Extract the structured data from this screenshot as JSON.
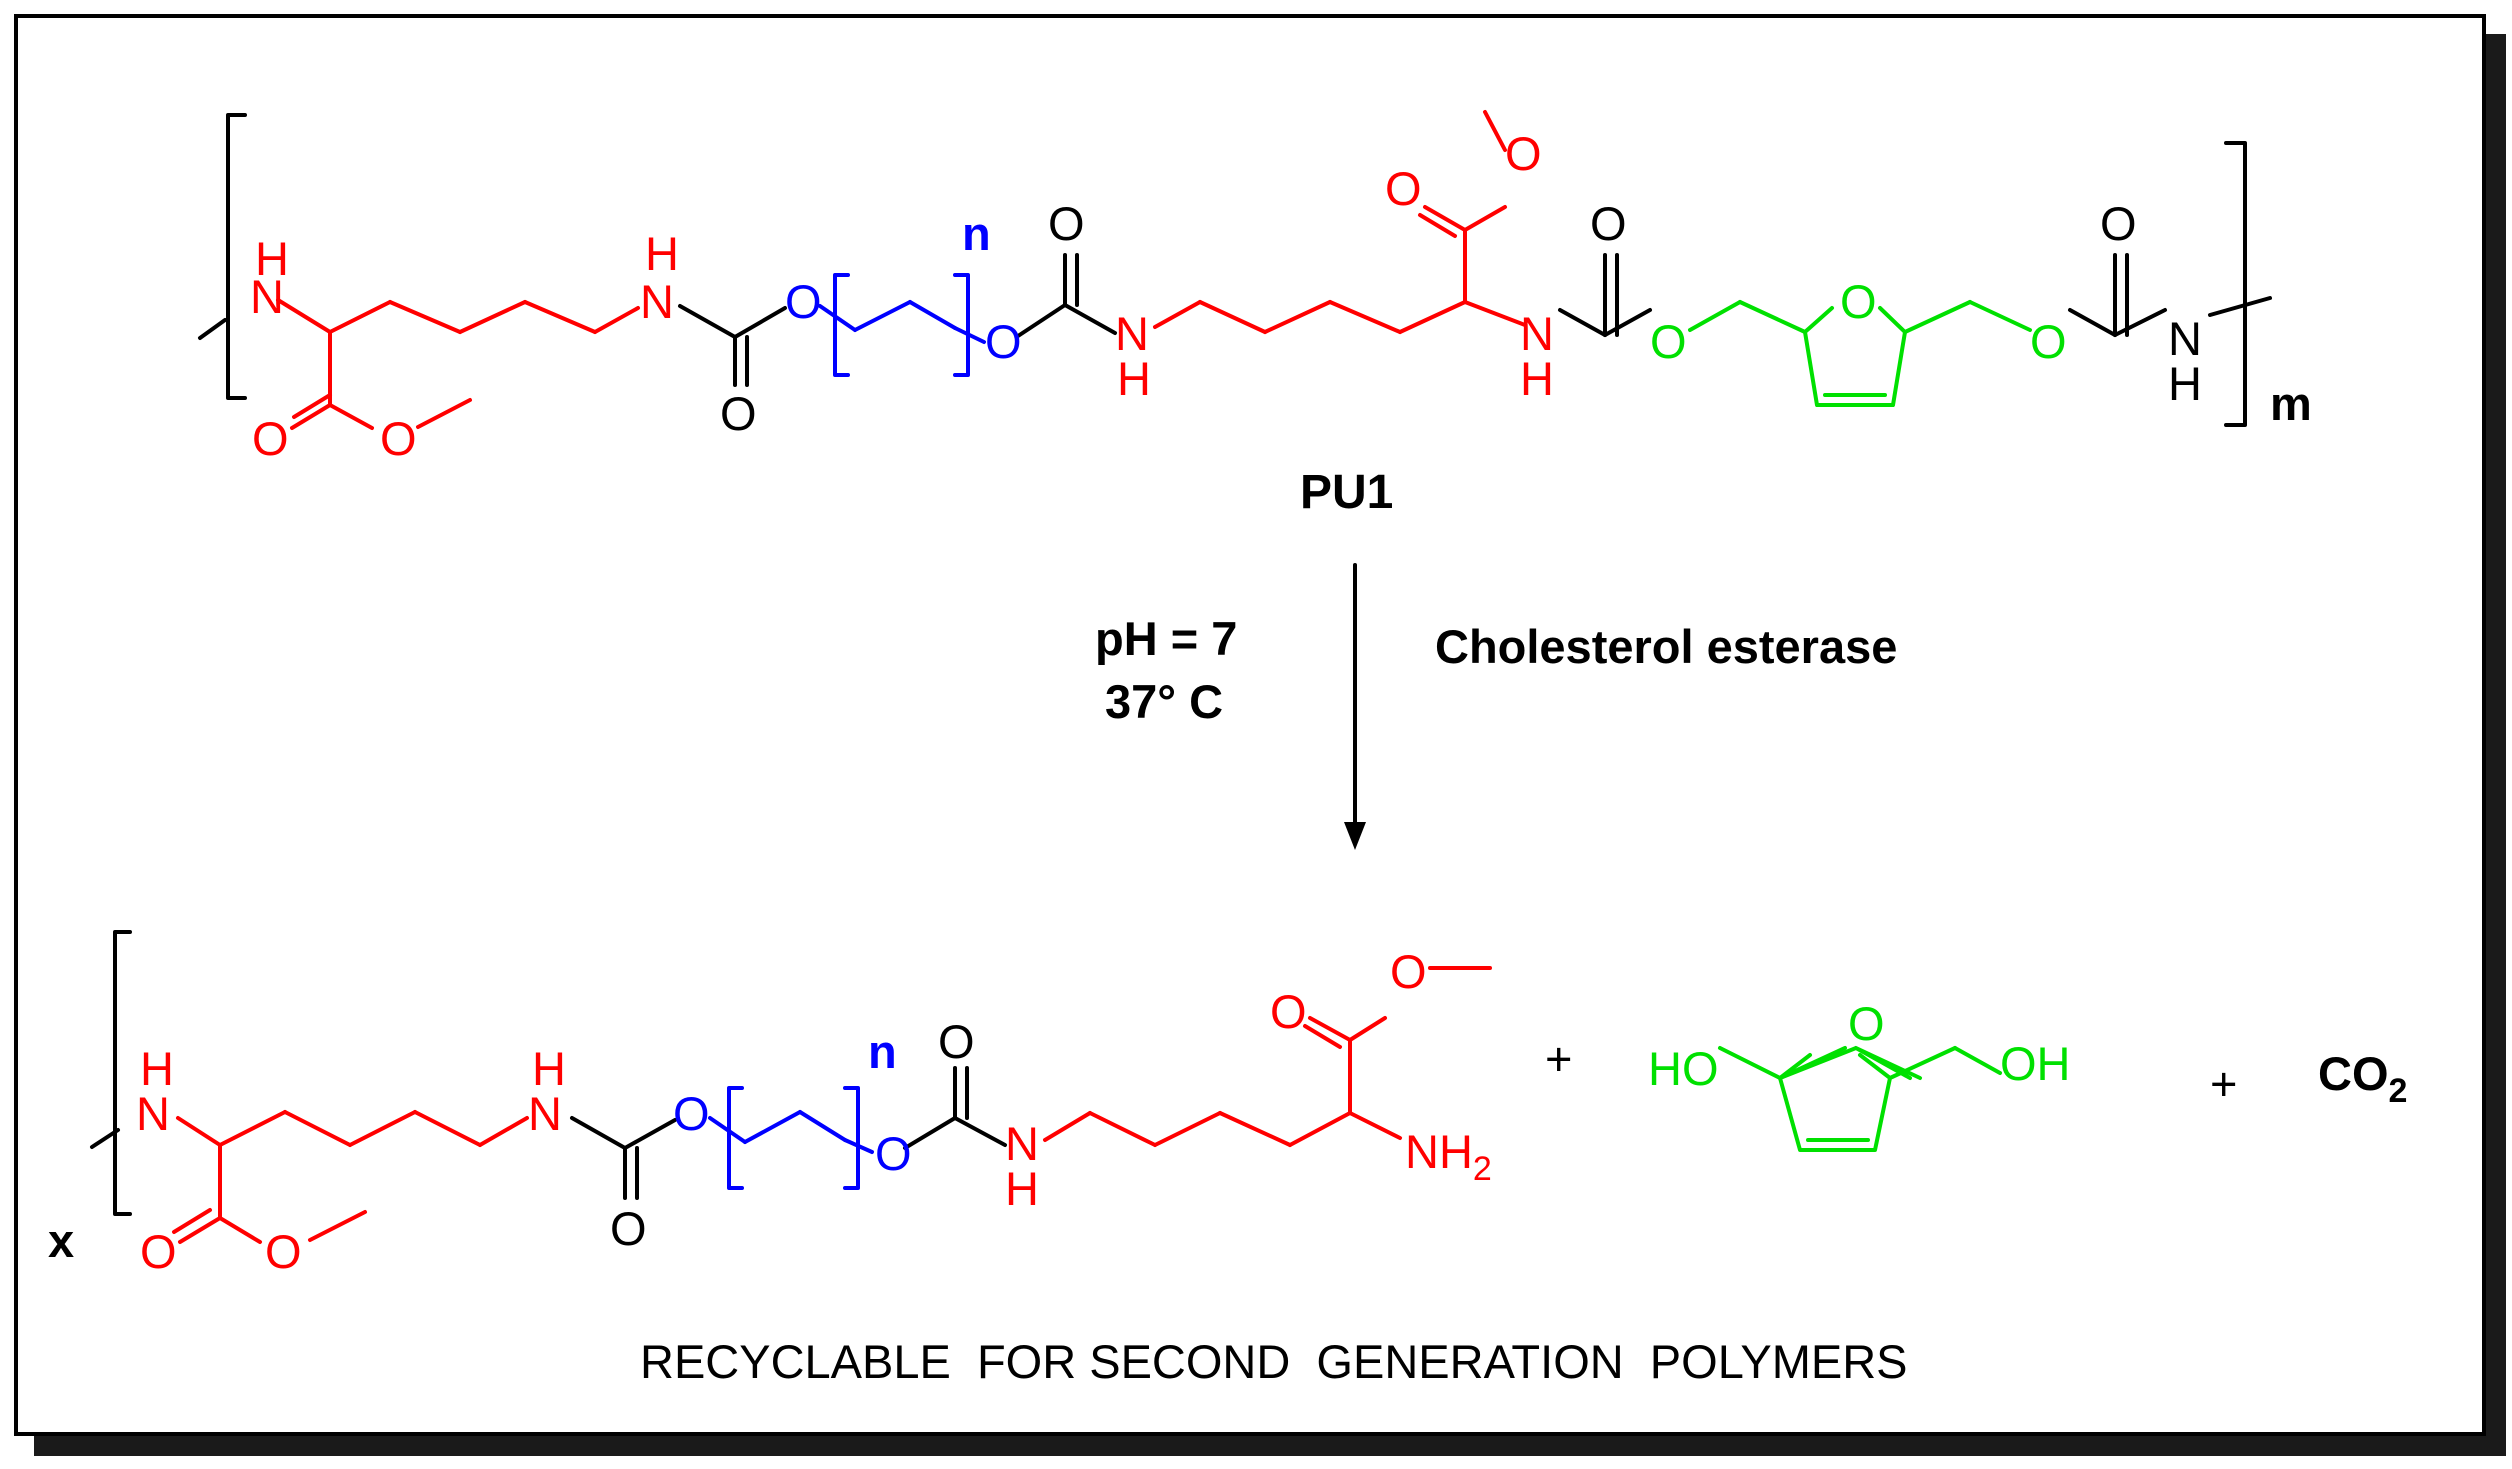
{
  "colors": {
    "lysine": "#ff0000",
    "urethane": "#000000",
    "peg": "#0000ff",
    "furan": "#00e000",
    "text": "#000000"
  },
  "polymer": {
    "label": "PU1",
    "repeat_subscript": "m",
    "peg_subscript": "n"
  },
  "reaction": {
    "condition_ph": "pH = 7",
    "condition_temp": "37° C",
    "enzyme": "Cholesterol esterase"
  },
  "products": {
    "oligomer_subscript": "x",
    "peg_subscript": "n",
    "amine": "NH",
    "amine_sub": "2",
    "plus": "+",
    "diol_left": "HO",
    "diol_right": "OH",
    "co2": "CO",
    "co2_sub": "2",
    "caption": "RECYCLABLE  FOR SECOND  GENERATION  POLYMERS"
  }
}
